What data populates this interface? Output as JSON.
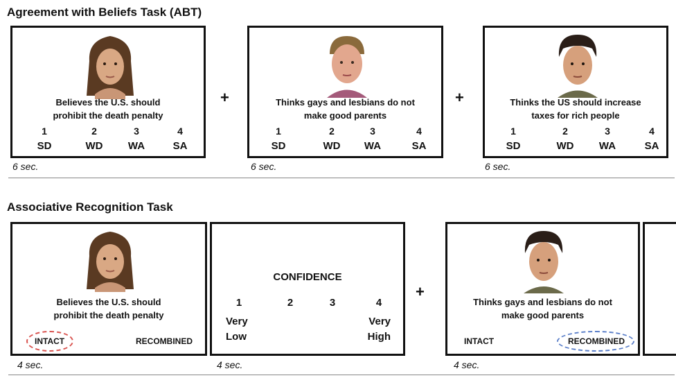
{
  "abt": {
    "title": "Agreement with Beliefs Task (ABT)",
    "panels": [
      {
        "face": "female-face",
        "statement": [
          "Believes the U.S. should",
          "prohibit the death penalty"
        ],
        "time": "6 sec."
      },
      {
        "face": "young-man-face",
        "statement": [
          "Thinks gays and lesbians do not",
          "make good parents"
        ],
        "time": "6 sec."
      },
      {
        "face": "dark-hair-man-face",
        "statement": [
          "Thinks the US should increase",
          "taxes for rich people"
        ],
        "time": "6 sec."
      }
    ],
    "scale_numbers": [
      "1",
      "2",
      "3",
      "4"
    ],
    "scale_labels": [
      "SD",
      "WD",
      "WA",
      "SA"
    ],
    "separator": "+"
  },
  "art": {
    "title": "Associative Recognition Task",
    "panel1": {
      "face": "female-face",
      "statement": [
        "Believes the U.S. should",
        "prohibit the death penalty"
      ],
      "intact": "INTACT",
      "recombined": "RECOMBINED",
      "time": "4 sec."
    },
    "confidence": {
      "title": "CONFIDENCE",
      "numbers": [
        "1",
        "2",
        "3",
        "4"
      ],
      "low_1": "Very",
      "low_2": "Low",
      "high_1": "Very",
      "high_2": "High",
      "time": "4 sec."
    },
    "panel3": {
      "face": "dark-hair-man-face",
      "statement": [
        "Thinks gays and lesbians do not",
        "make good parents"
      ],
      "intact": "INTACT",
      "recombined": "RECOMBINED",
      "time": "4 sec."
    },
    "separator": "+",
    "colors": {
      "intact_circle": "#d9534f",
      "recombined_circle": "#5b7fc9"
    }
  }
}
